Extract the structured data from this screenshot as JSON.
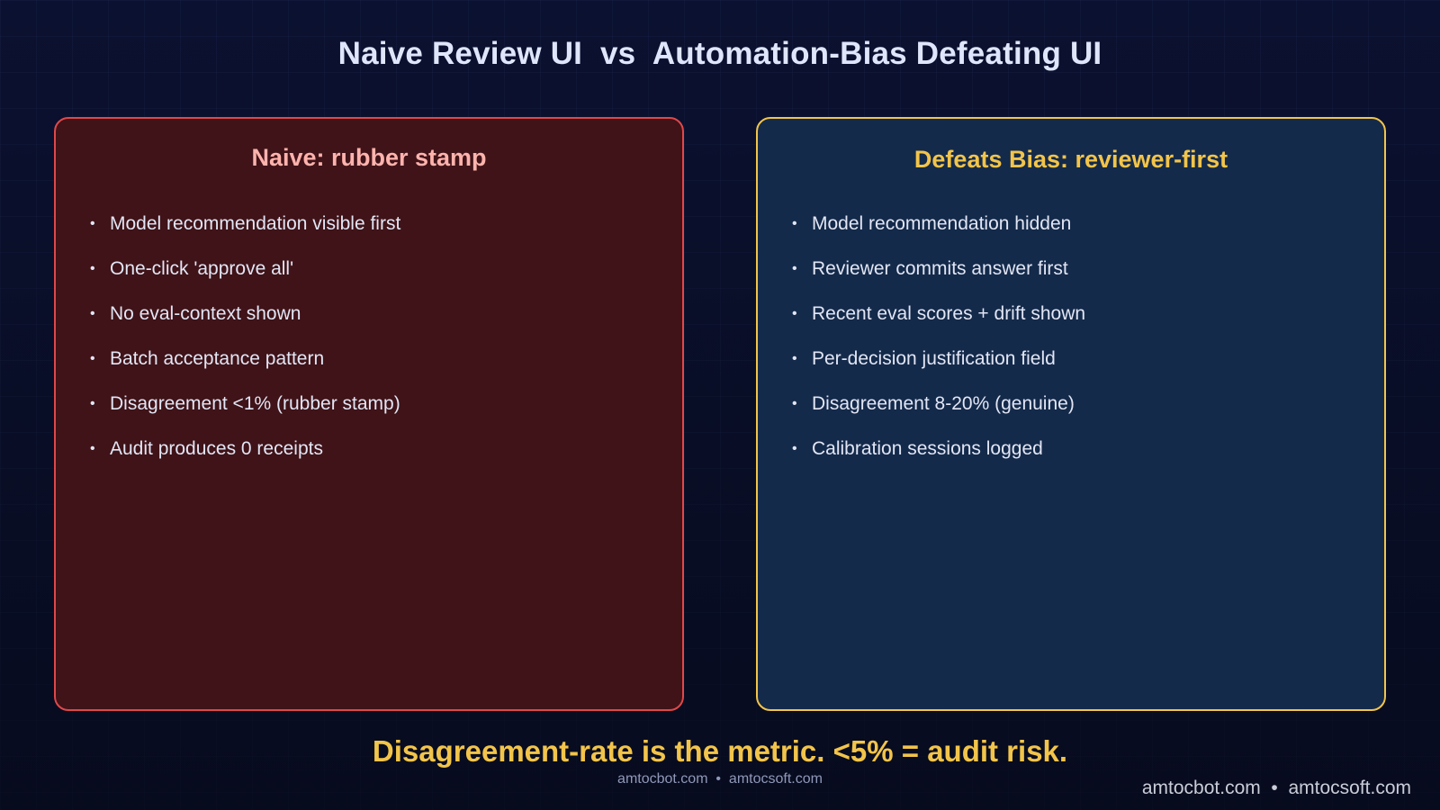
{
  "title": "Naive Review UI  vs  Automation-Bias Defeating UI",
  "colors": {
    "background": "#0b1130",
    "left_panel_fill": "#3f1318",
    "left_panel_border": "#e0484a",
    "left_heading": "#ffb3ad",
    "right_panel_fill": "#142a4a",
    "right_panel_border": "#f2c44a",
    "right_heading": "#f2c44a",
    "tagline": "#f2c44a",
    "body_text": "#e2e6f5"
  },
  "panels": [
    {
      "heading": "Naive: rubber stamp",
      "bullet_icon": "•",
      "items": [
        "Model recommendation visible first",
        "One-click 'approve all'",
        "No eval-context shown",
        "Batch acceptance pattern",
        "Disagreement <1% (rubber stamp)",
        "Audit produces 0 receipts"
      ]
    },
    {
      "heading": "Defeats Bias: reviewer-first",
      "bullet_icon": "•",
      "items": [
        "Model recommendation hidden",
        "Reviewer commits answer first",
        "Recent eval scores + drift shown",
        "Per-decision justification field",
        "Disagreement 8-20% (genuine)",
        "Calibration sessions logged"
      ]
    }
  ],
  "tagline": "Disagreement-rate is the metric. <5% = audit risk.",
  "footer": {
    "center": "amtocbot.com  •  amtocsoft.com",
    "right": "amtocbot.com  •  amtocsoft.com"
  }
}
